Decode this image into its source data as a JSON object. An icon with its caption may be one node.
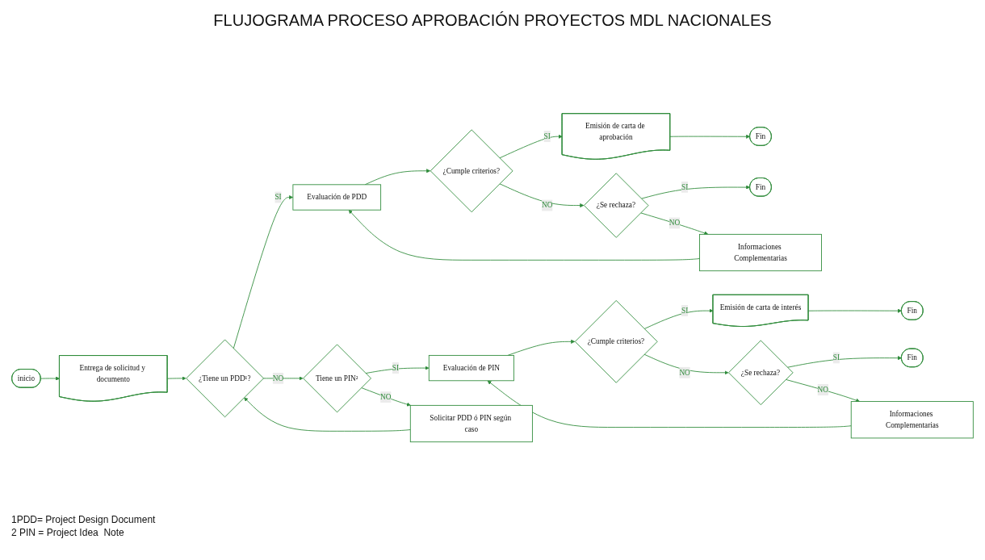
{
  "diagram": {
    "title": "FLUJOGRAMA PROCESO APROBACIÓN PROYECTOS MDL NACIONALES",
    "nodes": [
      {
        "text": [
          "inicio"
        ]
      },
      {
        "text": [
          "Entrega de solicitud y documento"
        ]
      },
      {
        "text": [
          "¿Tiene un PDD¹?"
        ]
      },
      {
        "text": [
          "Evaluación de PDD"
        ]
      },
      {
        "text": [
          "¿Cumple criterios?"
        ]
      },
      {
        "text": [
          "Emisión de carta de aprobación"
        ]
      },
      {
        "text": [
          "Fin"
        ]
      },
      {
        "text": [
          "¿Se rechaza?"
        ]
      },
      {
        "text": [
          "Fin"
        ]
      },
      {
        "text": [
          "Informaciones Complementarias"
        ]
      },
      {
        "text": [
          "Tiene un PIN²"
        ]
      },
      {
        "text": [
          "Evaluación de PIN"
        ]
      },
      {
        "text": [
          "¿Cumple criterios?"
        ]
      },
      {
        "text": [
          "Emisión de carta de interés"
        ]
      },
      {
        "text": [
          "Fin"
        ]
      },
      {
        "text": [
          "¿Se rechaza?"
        ]
      },
      {
        "text": [
          "Fin"
        ]
      },
      {
        "text": [
          "Informaciones Complementarias"
        ]
      },
      {
        "text": [
          "Solicitar PDD ó PIN según caso"
        ]
      }
    ],
    "edges": [
      {
        "from": 0,
        "to": 1,
        "arrow": "to"
      },
      {
        "from": 1,
        "to": 2,
        "arrow": "to"
      },
      {
        "from": 2,
        "to": 3,
        "arrow": "to",
        "label": "SI"
      },
      {
        "from": 3,
        "to": 4,
        "arrow": "to"
      },
      {
        "from": 4,
        "to": 5,
        "arrow": "to",
        "label": "SI"
      },
      {
        "from": 5,
        "to": 6,
        "arrow": "to"
      },
      {
        "from": 4,
        "to": 7,
        "arrow": "to",
        "label": "NO"
      },
      {
        "from": 7,
        "to": 8,
        "arrow": "to",
        "label": "SI"
      },
      {
        "from": 7,
        "to": 9,
        "arrow": "to",
        "label": "NO"
      },
      {
        "from": 9,
        "to": 3,
        "arrow": "to"
      },
      {
        "from": 2,
        "to": 10,
        "arrow": "to",
        "label": "NO"
      },
      {
        "from": 10,
        "to": 11,
        "arrow": "to",
        "label": "SI"
      },
      {
        "from": 11,
        "to": 12,
        "arrow": "to"
      },
      {
        "from": 12,
        "to": 13,
        "arrow": "to",
        "label": "SI"
      },
      {
        "from": 13,
        "to": 14,
        "arrow": "to"
      },
      {
        "from": 12,
        "to": 15,
        "arrow": "to",
        "label": "NO"
      },
      {
        "from": 15,
        "to": 16,
        "arrow": "to",
        "label": "SI"
      },
      {
        "from": 15,
        "to": 17,
        "arrow": "to",
        "label": "NO"
      },
      {
        "from": 17,
        "to": 11,
        "arrow": "to"
      },
      {
        "from": 10,
        "to": 18,
        "arrow": "to",
        "label": "NO"
      },
      {
        "from": 18,
        "to": 2,
        "arrow": "to"
      }
    ],
    "labels": [
      "1PDD= Project Design Document",
      "2 PIN = Project Idea  Note"
    ]
  }
}
